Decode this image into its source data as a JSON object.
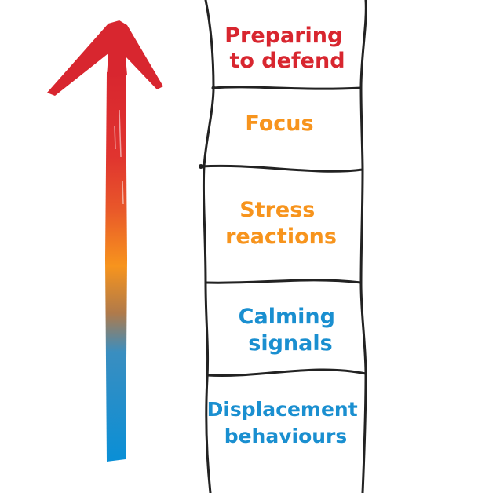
{
  "colors": {
    "arrow_top": "#d8262f",
    "arrow_upper": "#e8462f",
    "arrow_mid": "#f7941d",
    "arrow_lower": "#3a8ec0",
    "arrow_bottom": "#0a8fd6",
    "outline": "#222222",
    "label_red": "#d8262f",
    "label_orange": "#f7941d",
    "label_blue": "#1a8fd0"
  },
  "ladder": {
    "rungs": [
      {
        "line1": "Preparing",
        "line2": "to defend",
        "color": "#d8262f"
      },
      {
        "line1": "Focus",
        "line2": "",
        "color": "#f7941d"
      },
      {
        "line1": "Stress",
        "line2": "reactions",
        "color": "#f7941d"
      },
      {
        "line1": "Calming",
        "line2": "signals",
        "color": "#1a8fd0"
      },
      {
        "line1": "Displacement",
        "line2": "behaviours",
        "color": "#1a8fd0"
      }
    ]
  }
}
